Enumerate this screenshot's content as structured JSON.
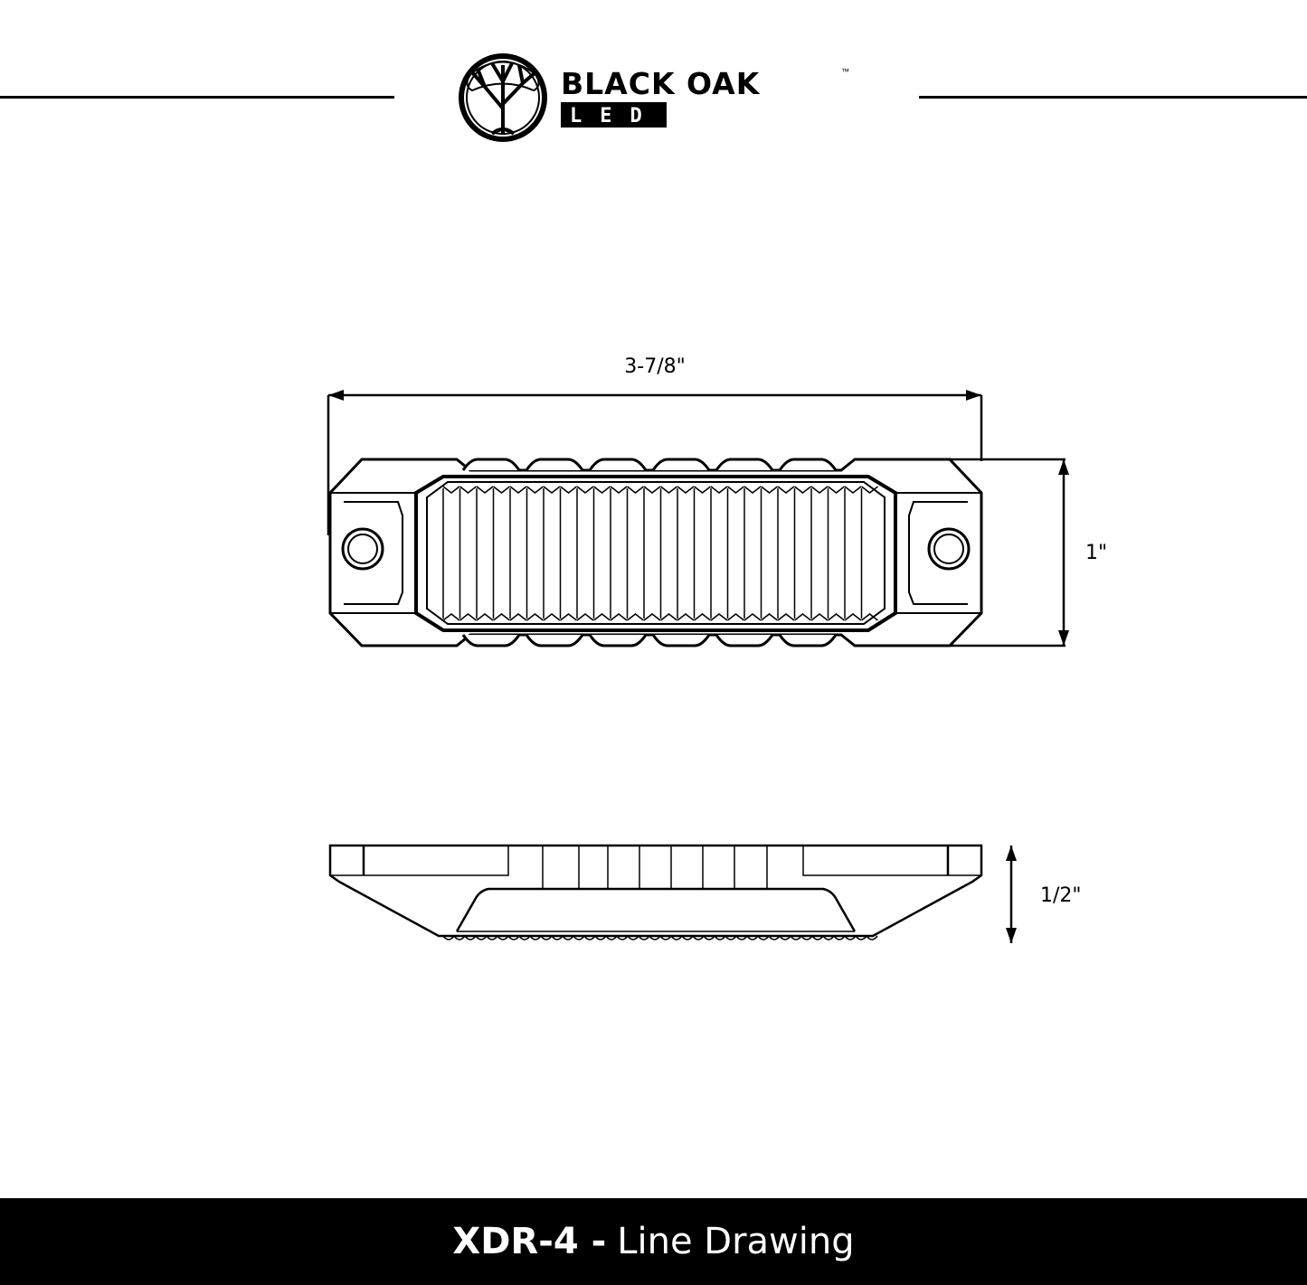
{
  "header": {
    "brand_name": "BLACK OAK",
    "brand_sub": "LED",
    "trademark": "™"
  },
  "drawing": {
    "width_label": "3-7/8\"",
    "height_label": "1\"",
    "depth_label": "1/2\""
  },
  "footer": {
    "model": "XDR-4 -",
    "title": "Line Drawing"
  },
  "colors": {
    "ink": "#000000",
    "background": "#ffffff"
  }
}
